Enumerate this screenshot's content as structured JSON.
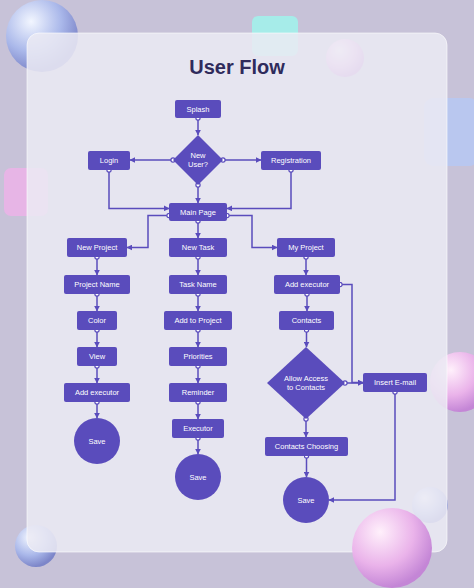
{
  "diagram": {
    "title": "User Flow",
    "nodes": [
      {
        "text": [
          "Splash"
        ]
      },
      {
        "text": [
          "New User?"
        ]
      },
      {
        "text": [
          "Login"
        ]
      },
      {
        "text": [
          "Registration"
        ]
      },
      {
        "text": [
          "Main Page"
        ]
      },
      {
        "text": [
          "New Project"
        ]
      },
      {
        "text": [
          "New Task"
        ]
      },
      {
        "text": [
          "My Project"
        ]
      },
      {
        "text": [
          "Project Name"
        ]
      },
      {
        "text": [
          "Color"
        ]
      },
      {
        "text": [
          "View"
        ]
      },
      {
        "text": [
          "Add executor"
        ]
      },
      {
        "text": [
          "Save"
        ]
      },
      {
        "text": [
          "Task Name"
        ]
      },
      {
        "text": [
          "Add to Project"
        ]
      },
      {
        "text": [
          "Priorities"
        ]
      },
      {
        "text": [
          "Reminder"
        ]
      },
      {
        "text": [
          "Executor"
        ]
      },
      {
        "text": [
          "Save"
        ]
      },
      {
        "text": [
          "Add executor"
        ]
      },
      {
        "text": [
          "Contacts"
        ]
      },
      {
        "text": [
          "Allow Access to Contacts"
        ]
      },
      {
        "text": [
          "Insert E-mail"
        ]
      },
      {
        "text": [
          "Contacts Choosing"
        ]
      },
      {
        "text": [
          "Save"
        ]
      }
    ],
    "edges": [
      {
        "from": 0,
        "to": 1,
        "arrow": "to"
      },
      {
        "from": 1,
        "to": 2,
        "arrow": "to"
      },
      {
        "from": 1,
        "to": 3,
        "arrow": "to"
      },
      {
        "from": 1,
        "to": 4,
        "arrow": "to"
      },
      {
        "from": 2,
        "to": 4,
        "arrow": "to"
      },
      {
        "from": 3,
        "to": 4,
        "arrow": "to"
      },
      {
        "from": 4,
        "to": 5,
        "arrow": "to"
      },
      {
        "from": 4,
        "to": 6,
        "arrow": "to"
      },
      {
        "from": 4,
        "to": 7,
        "arrow": "to"
      },
      {
        "from": 5,
        "to": 8,
        "arrow": "to"
      },
      {
        "from": 8,
        "to": 9,
        "arrow": "to"
      },
      {
        "from": 9,
        "to": 10,
        "arrow": "to"
      },
      {
        "from": 10,
        "to": 11,
        "arrow": "to"
      },
      {
        "from": 11,
        "to": 12,
        "arrow": "to"
      },
      {
        "from": 6,
        "to": 13,
        "arrow": "to"
      },
      {
        "from": 13,
        "to": 14,
        "arrow": "to"
      },
      {
        "from": 14,
        "to": 15,
        "arrow": "to"
      },
      {
        "from": 15,
        "to": 16,
        "arrow": "to"
      },
      {
        "from": 16,
        "to": 17,
        "arrow": "to"
      },
      {
        "from": 17,
        "to": 18,
        "arrow": "to"
      },
      {
        "from": 7,
        "to": 19,
        "arrow": "to"
      },
      {
        "from": 19,
        "to": 20,
        "arrow": "to"
      },
      {
        "from": 20,
        "to": 21,
        "arrow": "to"
      },
      {
        "from": 21,
        "to": 23,
        "arrow": "to"
      },
      {
        "from": 23,
        "to": 24,
        "arrow": "to"
      },
      {
        "from": 21,
        "to": 22,
        "arrow": "to"
      },
      {
        "from": 19,
        "to": 22,
        "arrow": "to"
      },
      {
        "from": 22,
        "to": 24,
        "arrow": "to"
      }
    ]
  }
}
